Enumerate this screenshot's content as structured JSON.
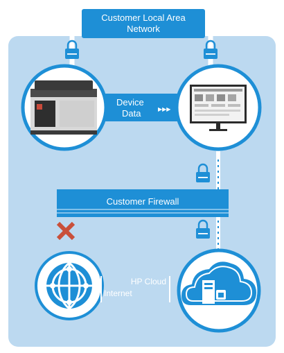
{
  "colors": {
    "background_panel": "#bcd9f0",
    "accent_blue": "#1e8fd6",
    "dark_blue": "#1170b8",
    "white": "#ffffff",
    "cross_red": "#c9503a"
  },
  "network_banner": {
    "line1": "Customer Local Area",
    "line2": "Network"
  },
  "device_data": {
    "line1": "Device",
    "line2": "Data",
    "arrows": "▶▶▶"
  },
  "firewall": {
    "label": "Customer Firewall"
  },
  "cloud": {
    "label": "HP Cloud"
  },
  "internet": {
    "label": "Internet"
  },
  "icons": [
    "lock-icon",
    "printer-icon",
    "monitor-icon",
    "globe-icon",
    "cloud-server-icon",
    "blocked-x-icon"
  ]
}
